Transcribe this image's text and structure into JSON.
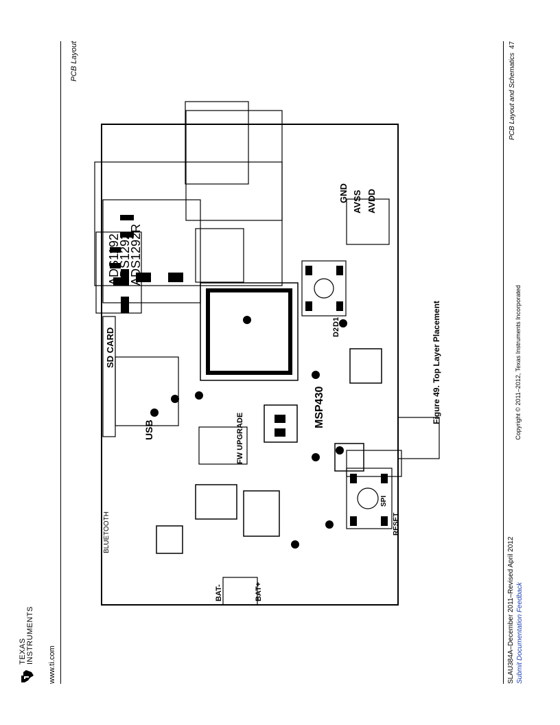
{
  "header": {
    "logo_line1": "Texas",
    "logo_line2": "Instruments",
    "website": "www.ti.com",
    "section": "PCB Layout"
  },
  "board_labels": {
    "part_numbers": [
      "ADS1192",
      "ADS1292",
      "ADS1292R"
    ],
    "sd_card": "SD CARD",
    "usb": "USB",
    "fw_upgrade": "FW UPGRADE",
    "bluetooth": "BLUETOOTH",
    "msp430": "MSP430",
    "reset": "RESET",
    "spi": "SPI",
    "gnd": "GND",
    "avss": "AVSS",
    "avdd": "AVDD",
    "bat_neg": "BAT-",
    "bat_pos": "BAT+",
    "d1": "D1",
    "d2": "D2"
  },
  "caption": "Figure 49. Top Layer Placement",
  "footer": {
    "doc_id": "SLAU384A",
    "revision": "–December 2011–Revised April 2012",
    "feedback": "Submit Documentation Feedback",
    "copyright": "Copyright © 2011–2012, Texas Instruments Incorporated",
    "chapter": "PCB Layout and Schematics",
    "page_number": "47"
  }
}
